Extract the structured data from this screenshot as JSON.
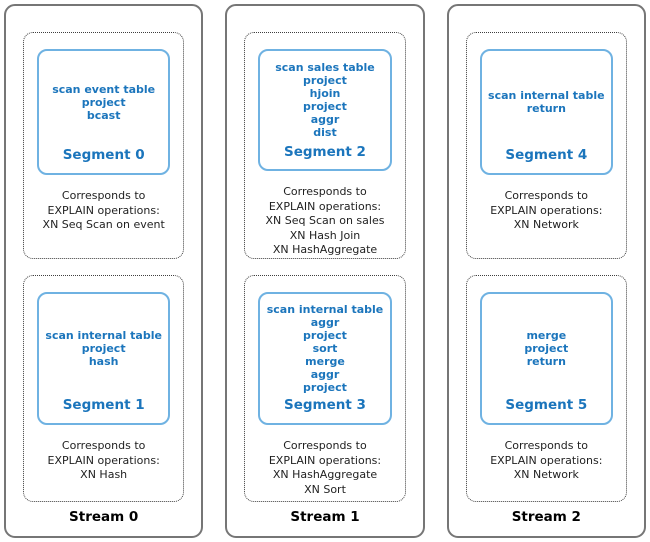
{
  "colors": {
    "blue_text": "#1b75bc",
    "blue_border": "#6fb2e2",
    "outer_border": "#767676",
    "dashed_border": "#3f3f3f",
    "body_text": "#1f1f1f"
  },
  "streams": [
    {
      "label": "Stream 0",
      "segments": [
        {
          "operations": [
            "scan event table",
            "project",
            "bcast"
          ],
          "name": "Segment 0",
          "explain_heading": "Corresponds to EXPLAIN operations:",
          "explain_ops": [
            "XN Seq Scan on event"
          ]
        },
        {
          "operations": [
            "scan internal table",
            "project",
            "hash"
          ],
          "name": "Segment 1",
          "explain_heading": "Corresponds to EXPLAIN operations:",
          "explain_ops": [
            "XN Hash"
          ]
        }
      ]
    },
    {
      "label": "Stream 1",
      "segments": [
        {
          "operations": [
            "scan sales table",
            "project",
            "hjoin",
            "project",
            "aggr",
            "dist"
          ],
          "name": "Segment 2",
          "explain_heading": "Corresponds to EXPLAIN operations:",
          "explain_ops": [
            "XN Seq Scan on sales",
            "XN Hash Join",
            "XN HashAggregate"
          ]
        },
        {
          "operations": [
            "scan internal table",
            "aggr",
            "project",
            "sort",
            "merge",
            "aggr",
            "project"
          ],
          "name": "Segment 3",
          "explain_heading": "Corresponds to EXPLAIN operations:",
          "explain_ops": [
            "XN HashAggregate",
            "XN Sort"
          ]
        }
      ]
    },
    {
      "label": "Stream 2",
      "segments": [
        {
          "operations": [
            "scan internal table",
            "return"
          ],
          "name": "Segment 4",
          "explain_heading": "Corresponds to EXPLAIN operations:",
          "explain_ops": [
            "XN Network"
          ]
        },
        {
          "operations": [
            "merge",
            "project",
            "return"
          ],
          "name": "Segment 5",
          "explain_heading": "Corresponds to EXPLAIN operations:",
          "explain_ops": [
            "XN Network"
          ]
        }
      ]
    }
  ]
}
